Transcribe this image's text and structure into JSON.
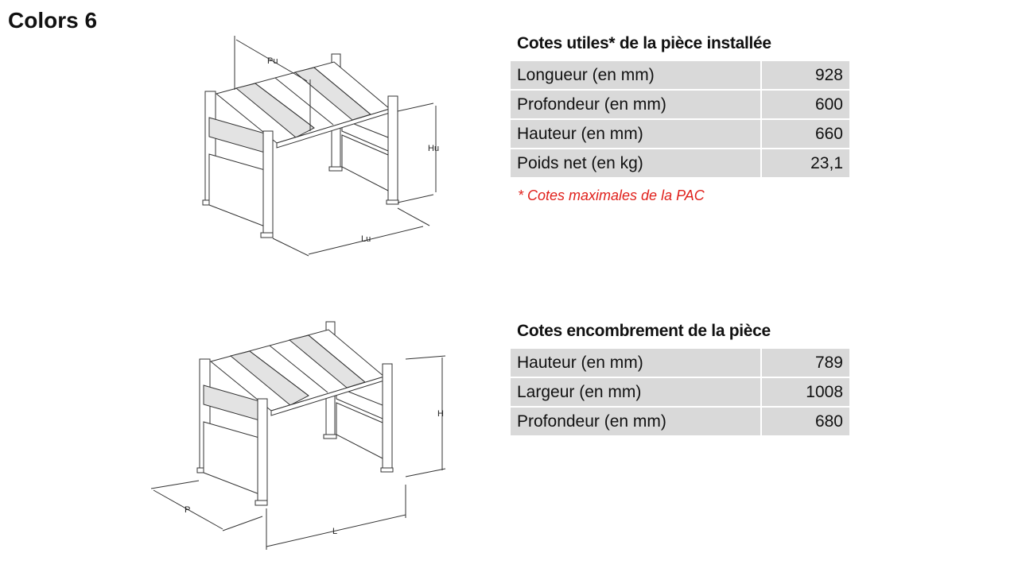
{
  "title": "Colors 6",
  "useful": {
    "heading": "Cotes utiles* de la pièce installée",
    "rows": [
      {
        "label": "Longueur (en mm)",
        "value": "928"
      },
      {
        "label": "Profondeur (en mm)",
        "value": "600"
      },
      {
        "label": "Hauteur (en mm)",
        "value": "660"
      },
      {
        "label": "Poids net (en kg)",
        "value": "23,1"
      }
    ],
    "note": "* Cotes maximales de la PAC"
  },
  "overall": {
    "heading": "Cotes encombrement de la pièce",
    "rows": [
      {
        "label": "Hauteur (en mm)",
        "value": "789"
      },
      {
        "label": "Largeur (en mm)",
        "value": "1008"
      },
      {
        "label": "Profondeur (en mm)",
        "value": "680"
      }
    ]
  },
  "figure_useful": {
    "depth": "Pu",
    "height": "Hu",
    "length": "Lu"
  },
  "figure_overall": {
    "depth": "P",
    "height": "H",
    "length": "L"
  }
}
